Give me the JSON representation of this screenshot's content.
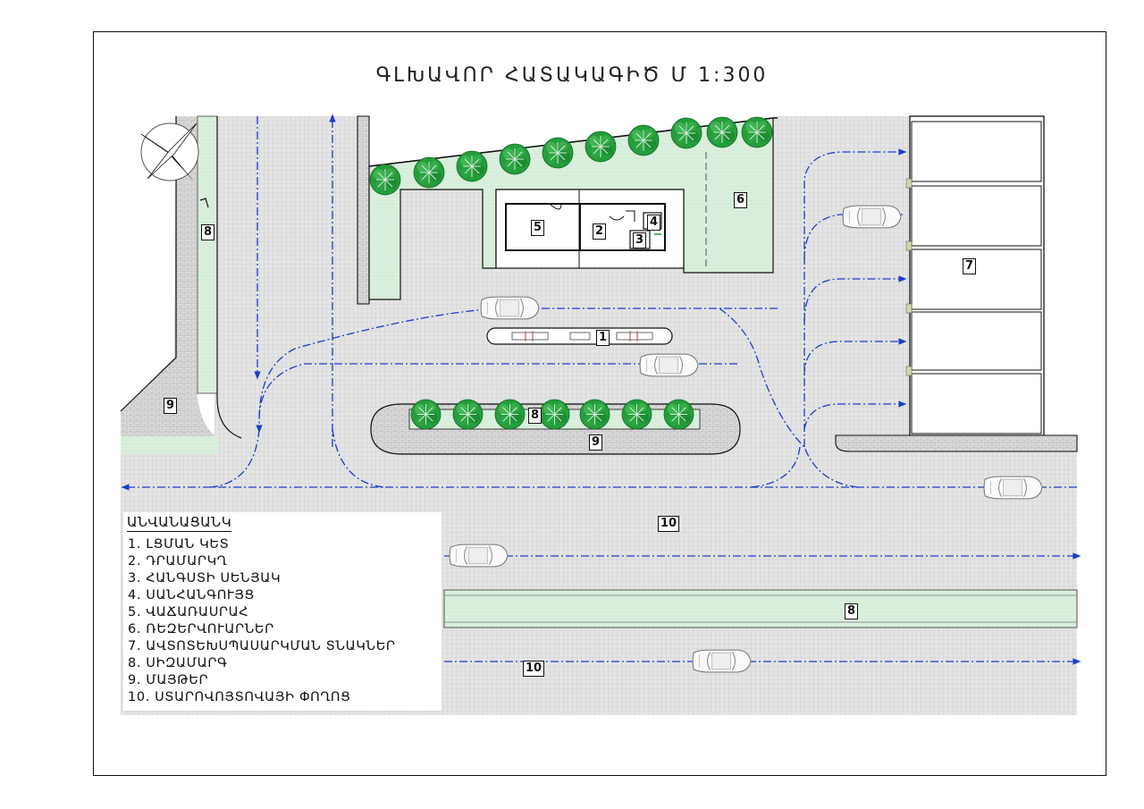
{
  "title": "ԳԼԽԱՎՈՐ ՀԱՏԱԿԱԳԻԾ Մ 1:300",
  "legend": {
    "heading": "ԱՆՎԱՆԱՑԱՆԿ",
    "items": [
      "1.  ԼՑՄԱՆ ԿԵՏ",
      "2. ԴՐԱՄԱՐԿՂ",
      "3. ՀԱՆԳՍՏԻ ՍԵՆՅԱԿ",
      "4. ՍԱՆՀԱՆԳՈՒՅՑ",
      "5. ՎԱՃԱՌԱՍՐԱՀ",
      "6. ՌԵԶԵՐՎՈՒԱՐՆԵՐ",
      "7. ԱՎՏՈՏԵԽՍՊԱՍԱՐԿՄԱՆ ՏՆԱԿՆԵՐ",
      "8. ՍԻԶԱՄԱՐԳ",
      "9. ՄԱՅԹԵՐ",
      "10. ՍՏԱՐՈՎՈՅՏՈՎԱՅԻ ՓՈՂՈՑ"
    ]
  },
  "labels": {
    "n1": "1",
    "n2": "2",
    "n3": "3",
    "n4": "4",
    "n5": "5",
    "n6": "6",
    "n7": "7",
    "n8a": "8",
    "n8b": "8",
    "n8c": "8",
    "n9a": "9",
    "n9b": "9",
    "n10a": "10",
    "n10b": "10"
  },
  "colors": {
    "paving": "#dedede",
    "green": "#daeedd",
    "tree": "#1f9e3a",
    "flow": "#1a3ccc",
    "walls": "#222222"
  },
  "icons": [
    "north-arrow-icon",
    "car-icon",
    "tree-icon",
    "fuel-pump-icon"
  ]
}
